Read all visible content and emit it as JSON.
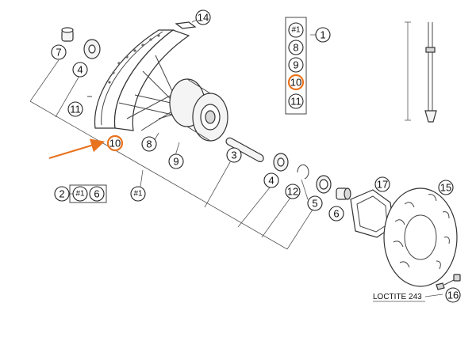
{
  "callouts": {
    "c7": "7",
    "c4a": "4",
    "c11a": "11",
    "c14": "14",
    "c10": "10",
    "c8": "8",
    "c9": "9",
    "c1a": "#1",
    "c3": "3",
    "c4b": "4",
    "c12": "12",
    "c5": "5",
    "c6": "6",
    "c17": "17",
    "c15": "15",
    "c16": "16"
  },
  "group_box": {
    "items": [
      "#1",
      "8",
      "9",
      "10",
      "11"
    ],
    "label": "1"
  },
  "small_box": {
    "items": [
      "#1",
      "6"
    ],
    "label": "2"
  },
  "loctite": "LOCTITE 243",
  "colors": {
    "highlight": "#e8731f",
    "line": "#444444"
  }
}
